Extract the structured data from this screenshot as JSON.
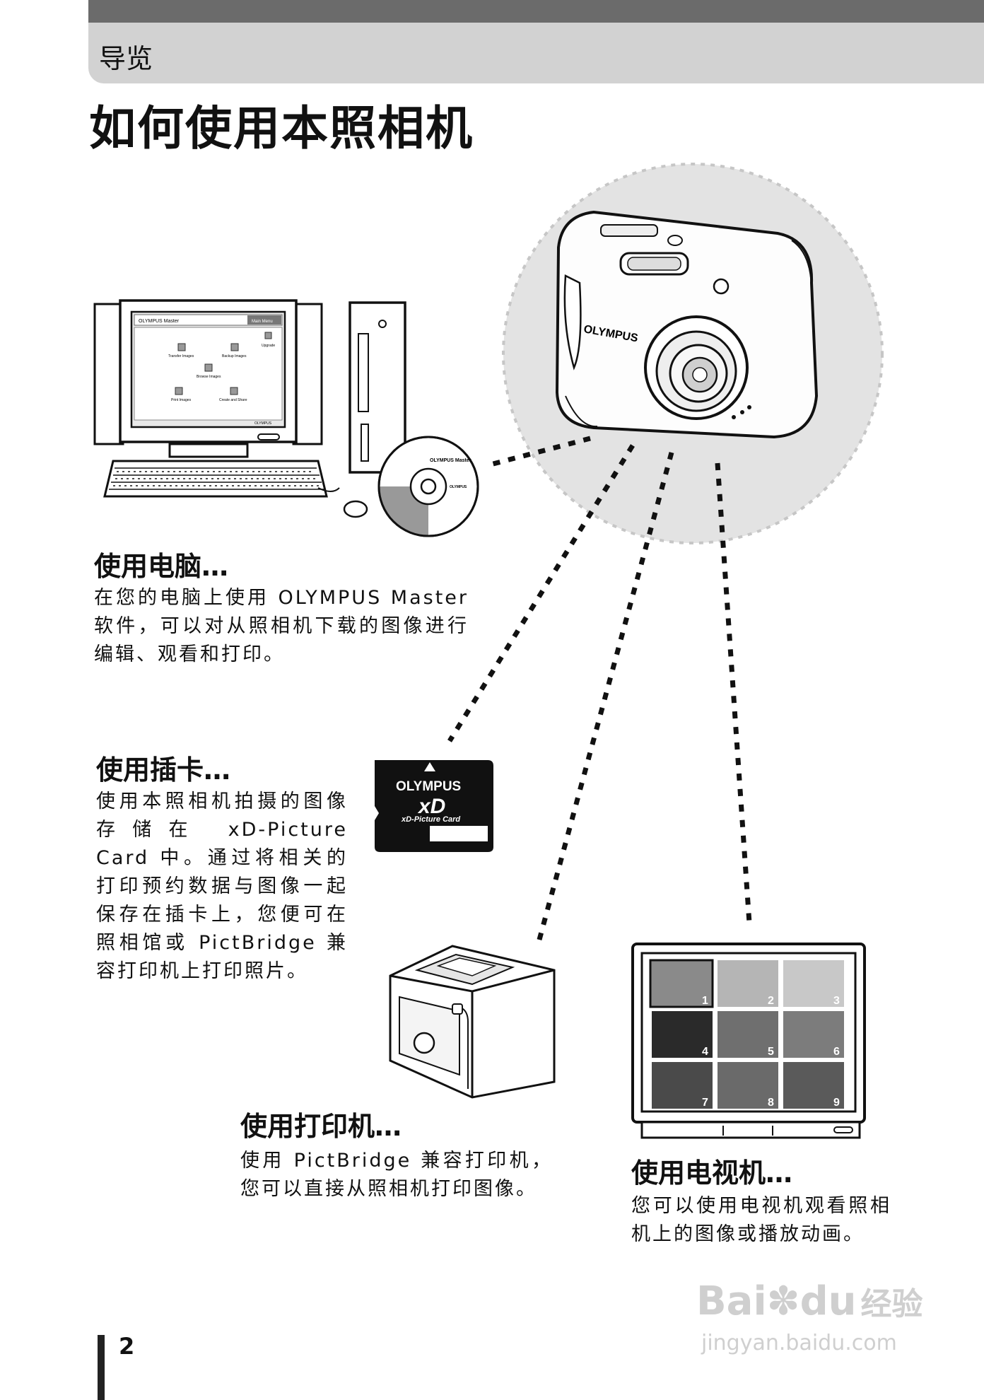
{
  "header": {
    "section": "导览"
  },
  "page": {
    "title": "如何使用本照相机",
    "number": "2"
  },
  "computer": {
    "heading": "使用电脑…",
    "body": "在您的电脑上使用 OLYMPUS Master 软件，可以对从照相机下载的图像进行编辑、观看和打印。",
    "screen_title": "OLYMPUS Master",
    "screen_menu": "Main Menu",
    "screen_items": [
      "Transfer Images",
      "Backup Images",
      "Upgrade",
      "Browse Images",
      "Print Images",
      "Create and Share"
    ],
    "screen_brand": "OLYMPUS",
    "cd_label": "OLYMPUS Master",
    "cd_brand": "OLYMPUS"
  },
  "card": {
    "heading": "使用插卡…",
    "body": "使用本照相机拍摄的图像存储在 xD-Picture Card 中。通过将相关的打印预约数据与图像一起保存在插卡上，您便可在照相馆或 PictBridge 兼容打印机上打印照片。",
    "brand": "OLYMPUS",
    "logo": "xD",
    "sub": "xD-Picture Card"
  },
  "printer": {
    "heading": "使用打印机…",
    "body": "使用 PictBridge 兼容打印机，您可以直接从照相机打印图像。"
  },
  "tv": {
    "heading": "使用电视机…",
    "body": "您可以使用电视机观看照相机上的图像或播放动画。",
    "thumbs": [
      "1",
      "2",
      "3",
      "4",
      "5",
      "6",
      "7",
      "8",
      "9"
    ]
  },
  "camera": {
    "brand": "OLYMPUS"
  },
  "watermark": {
    "brand": "Bai",
    "brand2": "du",
    "sub": "经验",
    "url": "jingyan.baidu.com"
  },
  "colors": {
    "topbar": "#6b6b6b",
    "band": "#d2d2d2",
    "halo": "#e3e3e3"
  }
}
